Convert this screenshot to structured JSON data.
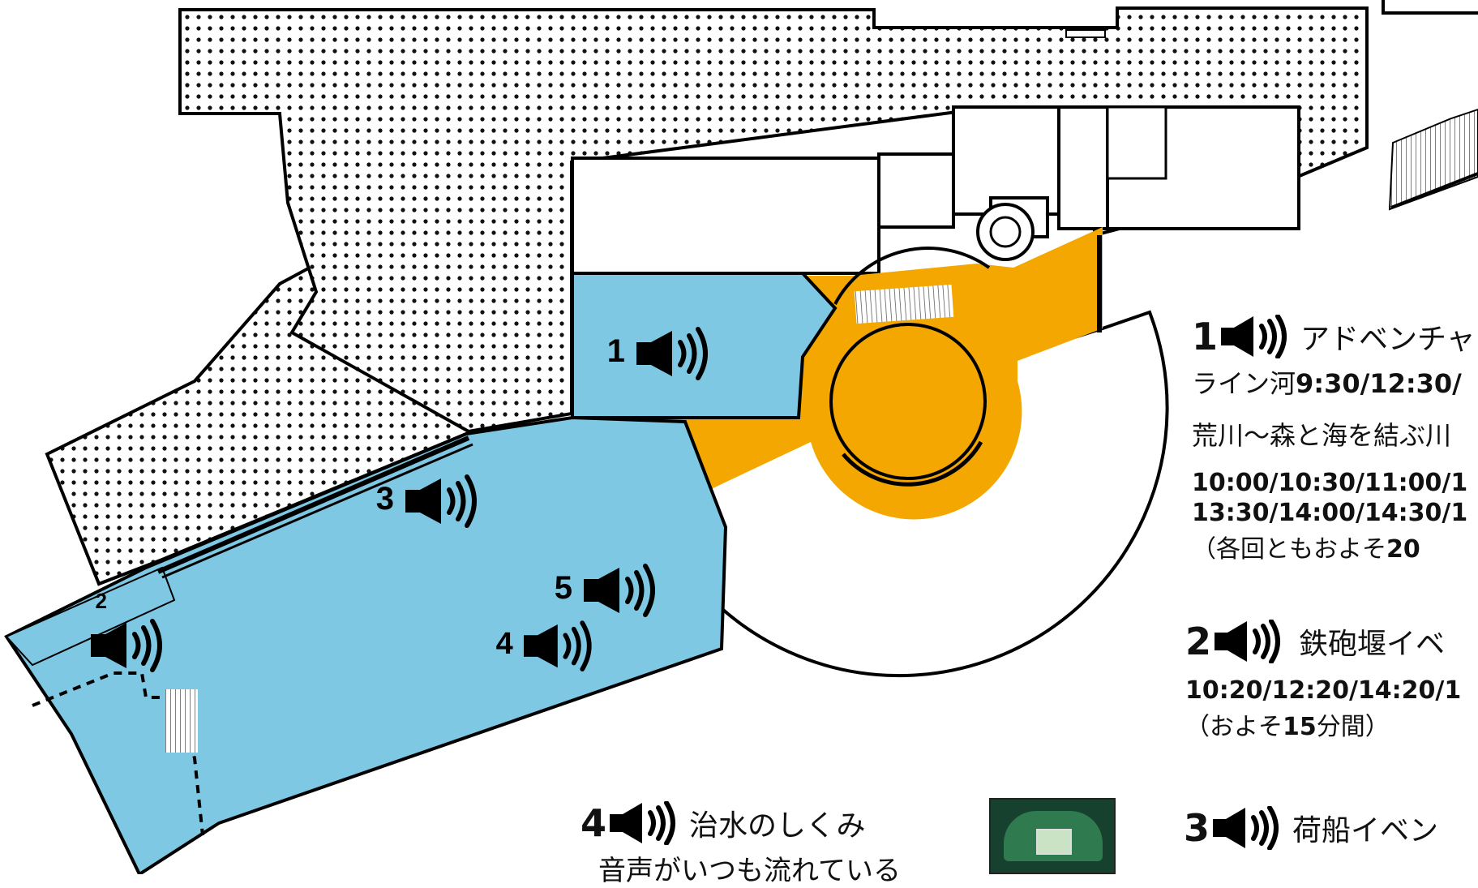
{
  "map": {
    "zone_colors": {
      "blue": "#7ec8e3",
      "orange": "#f4a700",
      "floor": "#ffffff"
    },
    "area_labels": [
      "1",
      "2",
      "3",
      "4",
      "5"
    ]
  },
  "legend": {
    "item1": {
      "num": "1",
      "title": "アドベンチャ",
      "line1_prefix": "ライン河",
      "line1_times": "9:30/12:30/",
      "line2": "荒川〜森と海を結ぶ川",
      "times_a": "10:00/10:30/11:00/1",
      "times_b": "13:30/14:00/14:30/1",
      "note_prefix": "（各回ともおよそ",
      "note_bold": "20"
    },
    "item2": {
      "num": "2",
      "title": "鉄砲堰イベ",
      "times": "10:20/12:20/14:20/1",
      "note_prefix": "（およそ",
      "note_bold": "15",
      "note_suffix": "分間）"
    },
    "item3": {
      "num": "3",
      "title": "荷船イベン"
    },
    "item4": {
      "num": "4",
      "title": "治水のしくみ",
      "sub": "音声がいつも流れている"
    }
  }
}
